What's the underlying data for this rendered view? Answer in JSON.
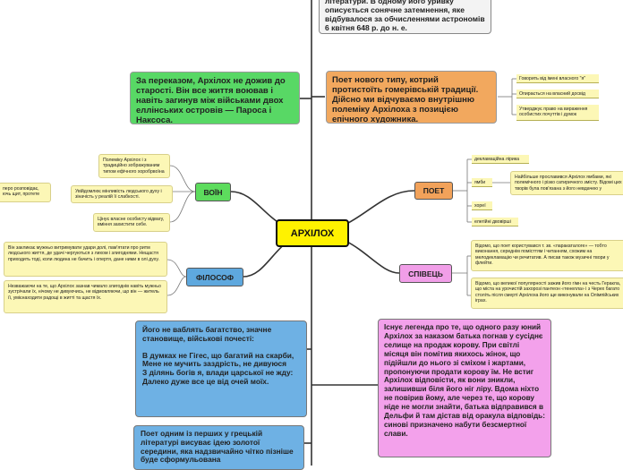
{
  "center": "АРХІЛОХ",
  "branches": {
    "voin": "ВОЇН",
    "filosof": "ФІЛОСОФ",
    "poet": "ПОЕТ",
    "spivets": "СПІВЕЦЬ"
  },
  "top_note": "літератури. В одному його уривку описується сонячне затемнення, яке відбувалося за обчисленнями астрономів 6 квітня 648 р. до н. е.",
  "green_note": "За переказом, Архілох не дожив до старості. Він все життя воював і навіть загинув між військами двох еллінських островів — Пароса і Наксоса.",
  "orange_note": "Поет нового типу, котрий протистоїть гомерівській традиції. Дійсно ми відчуваємо внутрішню полеміку Архілоха з позицією епічного художника.",
  "orange_leaves": [
    "Говорить від імені власного \"я\"",
    "Опирається на власний досвід",
    "Утверджує право на вираження особистих почуттів і думок"
  ],
  "poet_leaves": [
    "декламаційна лірика",
    "ямби",
    "хореї",
    "елегійні двовірші"
  ],
  "poet_yamby_note": "Найбільше прославився Архілох ямбами, які полемічного і різко сатиричного змісту. Відомі цих творів була пов'язана з його невдачею у",
  "voin_leaves": [
    "Полеміку Архілох і з традиційно зображуваним типом ефічного хоробрвоїна",
    "Увійдомлює мінливість людського духу і зіначість у реалій її слабкості.",
    "Цінує власне особисту відвагу, вміння захистити себе."
  ],
  "voin_cut_note": "перо розповідає, ючь щит, протете",
  "filosof_leaves": [
    "Він закликає мужньо витримувати удари долі, пам'ятати про ритм людського життя, де удачі чергуються з лихом і злигоднями. Нещастя приходить тоді, коли людина не бачить і опертя, дане ними в олі духу.",
    "Незважаючи на те, що Архілох зазнав чимало злигоднів навіть мужньо зустрічали їх, нічому не дивуючись, не відмовляючи, що він — житель її, умієнаходити радощі в житті та щастя їх."
  ],
  "spivets_leaves": [
    "Відомо, що поет користувався т. зв. «паракаталоге» — тобто виконання, середнім помісттям і читанням, схожим на мелодекламацію чи речитатив. А писав також музичні твори у флейти.",
    "Відомо, що великої популярності зажив його гімн на честь Геракла, що міста на урочистій захорозі пантеон «тенелла» і з Черех багато століть після смерті Архілоха його ще виконували на Олімпійських іграх."
  ],
  "poem": {
    "lines": [
      "Його не ваблять багатство, значне становище, військові почесті:",
      "",
      "В думках не Гігес, що багатий на скарби,",
      "Мене не мучить заздрість, не дивуюся",
      "З ділянь богів я, влади царської не жду:",
      "Далеко дуже все це від очей моїх."
    ]
  },
  "bottom_note": "Поет одним із перших у грецькій літературі висуває ідею золотої середини, яка надзвичайно чітко пізніше буде сформульована",
  "pink_note": "Існує легенда про те, що одного разу юний Архілох за наказом батька погнав у сусіднє селище на продаж корову. При світлі місяця він помітив якихось жінок, що підійшли до нього зі сміхом і жартами, пропонуючи продати корову їм. Не встиг Архілох відповісти, як вони зникли, залишивши біля його ніг ліру. Вдома ніхто не повірив йому, але через те, що корову ніде не могли знайти, батька відправився в Дельфи й там дістав від оракула відповідь: синові призначено набути безсмертної слави.",
  "colors": {
    "center": "#fff200",
    "voin": "#5ddc5d",
    "filosof": "#5ea8de",
    "poet": "#f2a25a",
    "spivets": "#f19ee8",
    "leaf": "#fcf7b6",
    "poem_bg": "#6eb1e4",
    "pink_bg": "#f3a1eb",
    "green_bg": "#58d865",
    "orange_bg": "#f2a85e"
  }
}
